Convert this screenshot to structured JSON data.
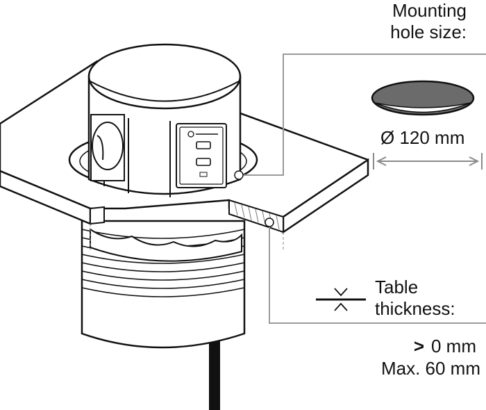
{
  "mounting": {
    "title_line1": "Mounting",
    "title_line2": "hole size:",
    "diameter": "Ø 120 mm"
  },
  "thickness": {
    "title_line1": "Table",
    "title_line2": "thickness:",
    "min_symbol": ">",
    "min_value": "0 mm",
    "max": "Max. 60 mm"
  },
  "colors": {
    "line": "#111111",
    "leader": "#9a9a9a",
    "hole_fill": "#6b6b6b",
    "cord": "#111111"
  }
}
